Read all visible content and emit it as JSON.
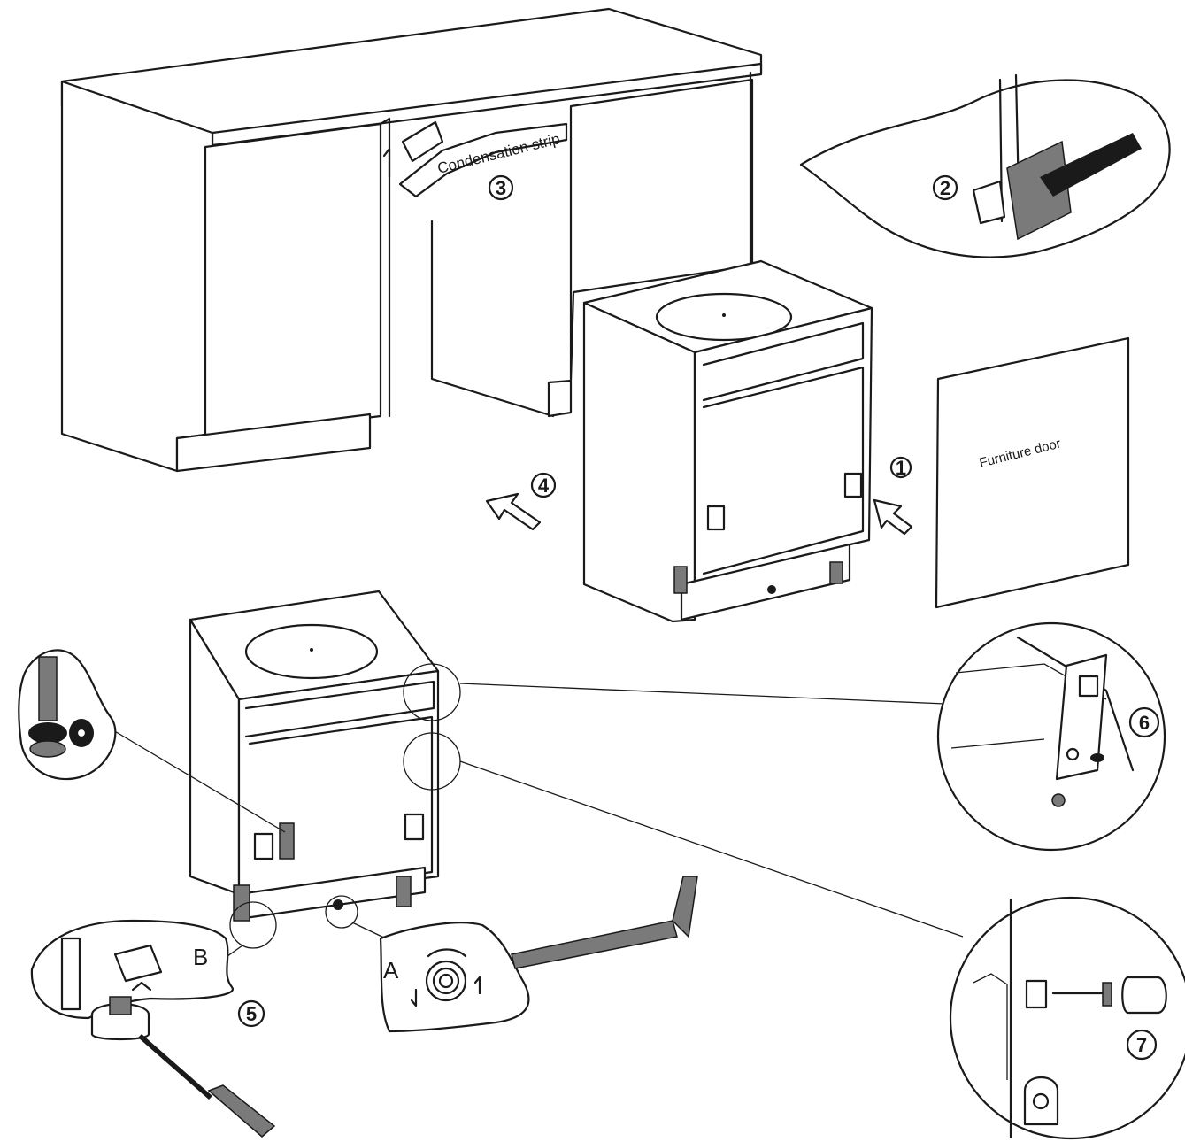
{
  "labels": {
    "condensation_strip": "Condensation strip",
    "furniture_door": "Furniture door",
    "letter_a": "A",
    "letter_b": "B"
  },
  "steps": {
    "s1": "1",
    "s2": "2",
    "s3": "3",
    "s4": "4",
    "s5": "5",
    "s6": "6",
    "s7": "7"
  },
  "colors": {
    "line": "#1a1a1a",
    "background": "#ffffff"
  }
}
